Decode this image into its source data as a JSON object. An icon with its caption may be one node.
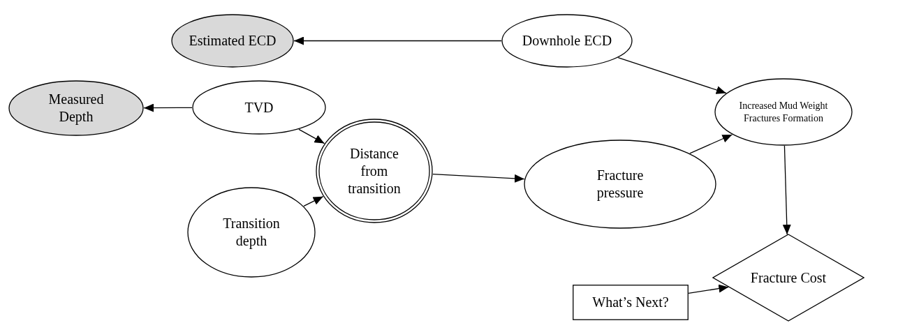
{
  "diagram": {
    "nodes": [
      {
        "text": [
          "Estimated ECD"
        ]
      },
      {
        "text": [
          "Downhole ECD"
        ]
      },
      {
        "text": [
          "Measured Depth"
        ]
      },
      {
        "text": [
          "TVD"
        ]
      },
      {
        "text": [
          "Increased Mud Weight Fractures Formation"
        ]
      },
      {
        "text": [
          "Distance from transition"
        ]
      },
      {
        "text": [
          "Fracture pressure"
        ]
      },
      {
        "text": [
          "Transition depth"
        ]
      },
      {
        "text": [
          "What’s Next?"
        ]
      },
      {
        "text": [
          "Fracture Cost"
        ]
      }
    ],
    "edges": [
      {
        "from": 1,
        "to": 0,
        "arrow": "to"
      },
      {
        "from": 3,
        "to": 2,
        "arrow": "to"
      },
      {
        "from": 1,
        "to": 4,
        "arrow": "to"
      },
      {
        "from": 3,
        "to": 5,
        "arrow": "to"
      },
      {
        "from": 5,
        "to": 6,
        "arrow": "to"
      },
      {
        "from": 6,
        "to": 4,
        "arrow": "to"
      },
      {
        "from": 7,
        "to": 5,
        "arrow": "to"
      },
      {
        "from": 4,
        "to": 9,
        "arrow": "to"
      },
      {
        "from": 8,
        "to": 9,
        "arrow": "to"
      }
    ]
  }
}
